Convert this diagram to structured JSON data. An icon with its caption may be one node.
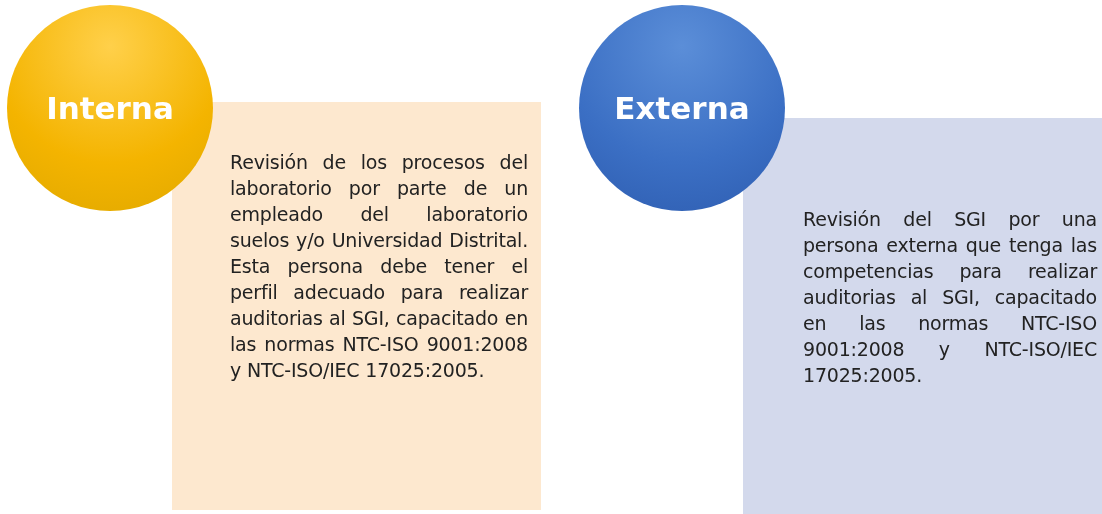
{
  "diagram": {
    "nodes": [
      {
        "text": [
          "Interna"
        ]
      },
      {
        "text": [
          "Revisión de los procesos del laboratorio por parte de un empleado del laboratorio suelos y/o Universidad Distrital. Esta persona debe tener el perfil adecuado para realizar auditorias al SGI, capacitado en las normas NTC-ISO 9001:2008 y NTC-ISO/IEC 17025:2005."
        ]
      },
      {
        "text": [
          "Externa"
        ]
      },
      {
        "text": [
          "Revisión del SGI por una persona externa que tenga las competencias para realizar auditorias al SGI, capacitado en las normas NTC-ISO 9001:2008 y NTC-ISO/IEC 17025:2005."
        ]
      }
    ]
  }
}
